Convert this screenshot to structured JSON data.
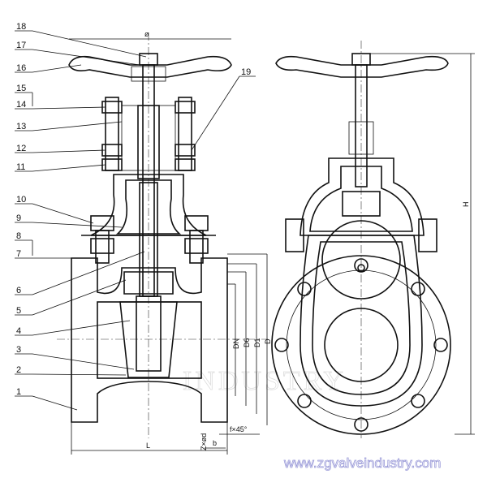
{
  "drawing": {
    "title": "Gate valve assembly drawing",
    "part_numbers": [
      "1",
      "2",
      "3",
      "4",
      "5",
      "6",
      "7",
      "8",
      "9",
      "10",
      "11",
      "12",
      "13",
      "14",
      "15",
      "16",
      "17",
      "18",
      "19"
    ],
    "dimensions": {
      "handwheel_diameter": "ø",
      "height": "H",
      "length": "L",
      "nominal_diameter": "DN",
      "d6": "D6",
      "d1": "D1",
      "d": "D",
      "bolt_holes": "Z×ød",
      "chamfer": "f×45°",
      "flange_thickness": "b"
    },
    "watermark_text": "INDUSTRY",
    "website": "www.zgvalveindustry.com",
    "colors": {
      "line": "#111111",
      "watermark": "#9a9ad8"
    }
  }
}
